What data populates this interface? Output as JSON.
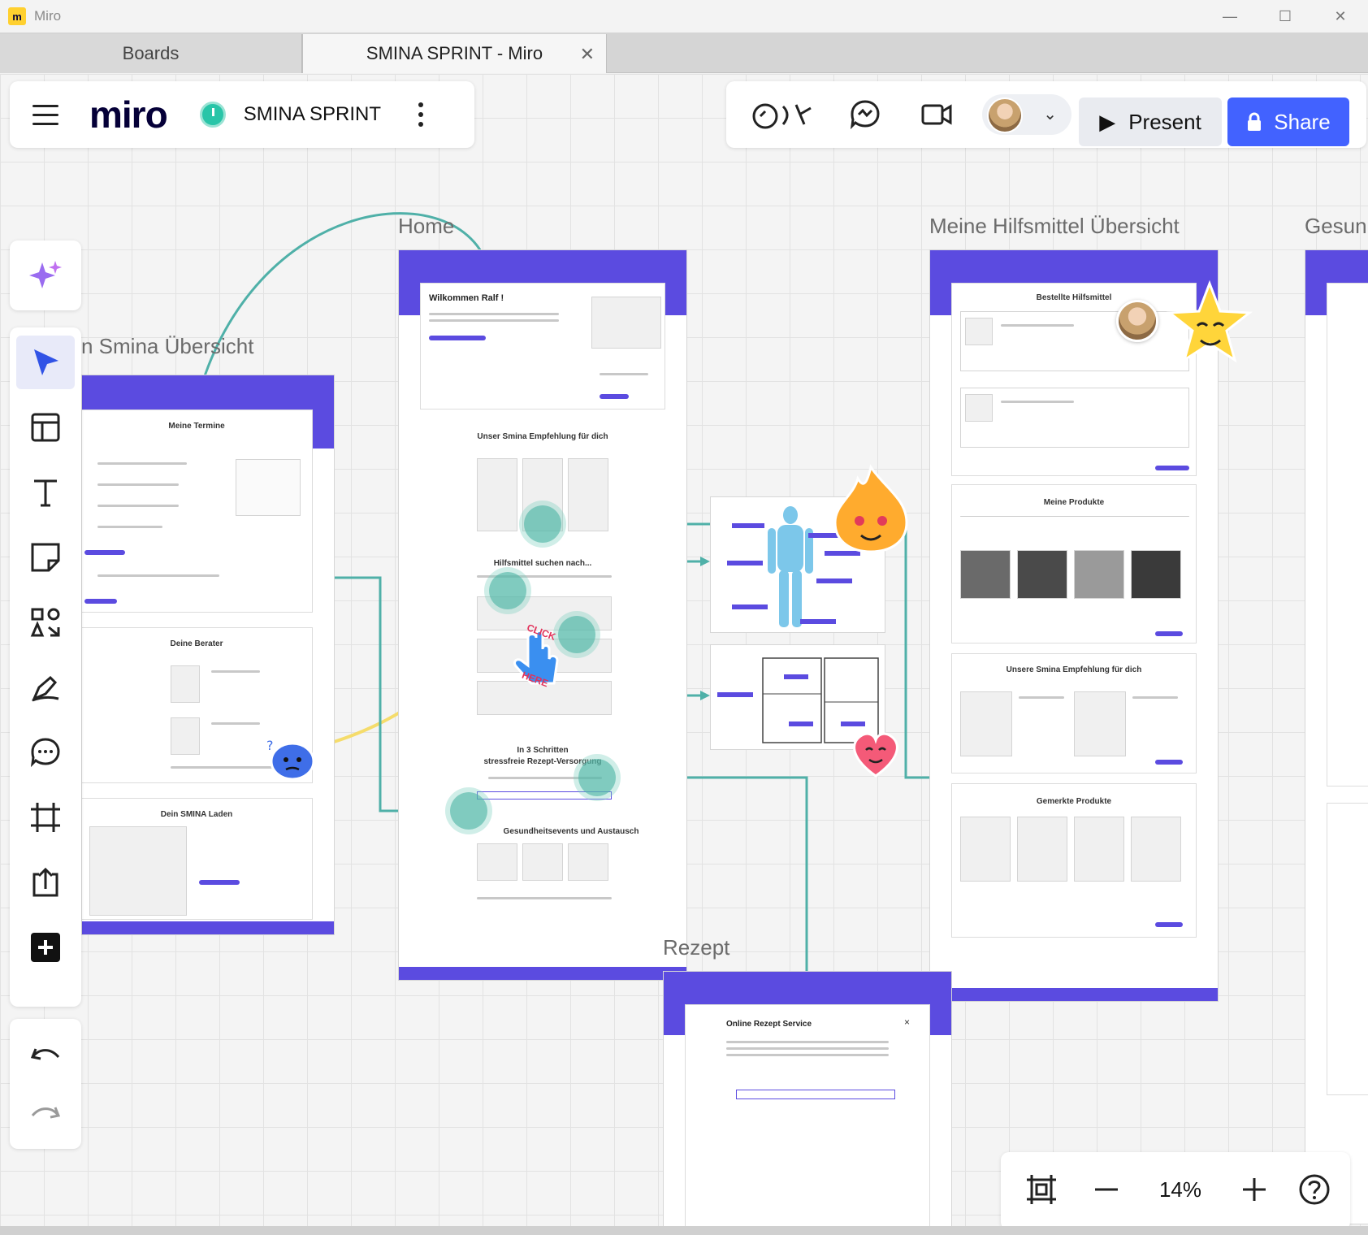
{
  "window": {
    "app_name": "Miro",
    "minimize": "—",
    "maximize": "☐",
    "close": "✕"
  },
  "tabs": [
    {
      "label": "Boards"
    },
    {
      "label": "SMINA SPRINT - Miro",
      "close": "✕"
    }
  ],
  "board_bar": {
    "logo": "miro",
    "board_name": "SMINA SPRINT"
  },
  "collab_bar": {
    "present_label": "Present",
    "share_label": "Share"
  },
  "zoom": {
    "level": "14%"
  },
  "frames": {
    "termine_title": "n Smina Übersicht",
    "home_title": "Home",
    "hilfsmittel_title": "Meine Hilfsmittel Übersicht",
    "gesund_title": "Gesun",
    "rezept_title": "Rezept"
  },
  "termine": {
    "card1": "Meine Termine",
    "card2": "Deine Berater",
    "card3": "Dein SMINA Laden"
  },
  "home": {
    "welcome": "Wilkommen Ralf !",
    "empfehlung": "Unser Smina Empfehlung für dich",
    "suchen": "Hilfsmittel suchen nach...",
    "schritte1": "In 3 Schritten",
    "schritte2": "stressfreie Rezept-Versorgung",
    "events": "Gesundheitsevents und Austausch"
  },
  "hilfsmittel": {
    "bestellte": "Bestellte Hilfsmittel",
    "produkte": "Meine Produkte",
    "empfehlung": "Unsere Smina Empfehlung für dich",
    "gemerkte": "Gemerkte Produkte"
  },
  "rezept": {
    "card_title": "Online Rezept Service",
    "close": "×"
  },
  "stickers": {
    "click_here_1": "CLICK",
    "click_here_2": "HERE"
  },
  "colors": {
    "accent": "#5b4be0",
    "share": "#4262ff",
    "connector": "#4fb0a8",
    "highlight": "#f5dc6b"
  }
}
